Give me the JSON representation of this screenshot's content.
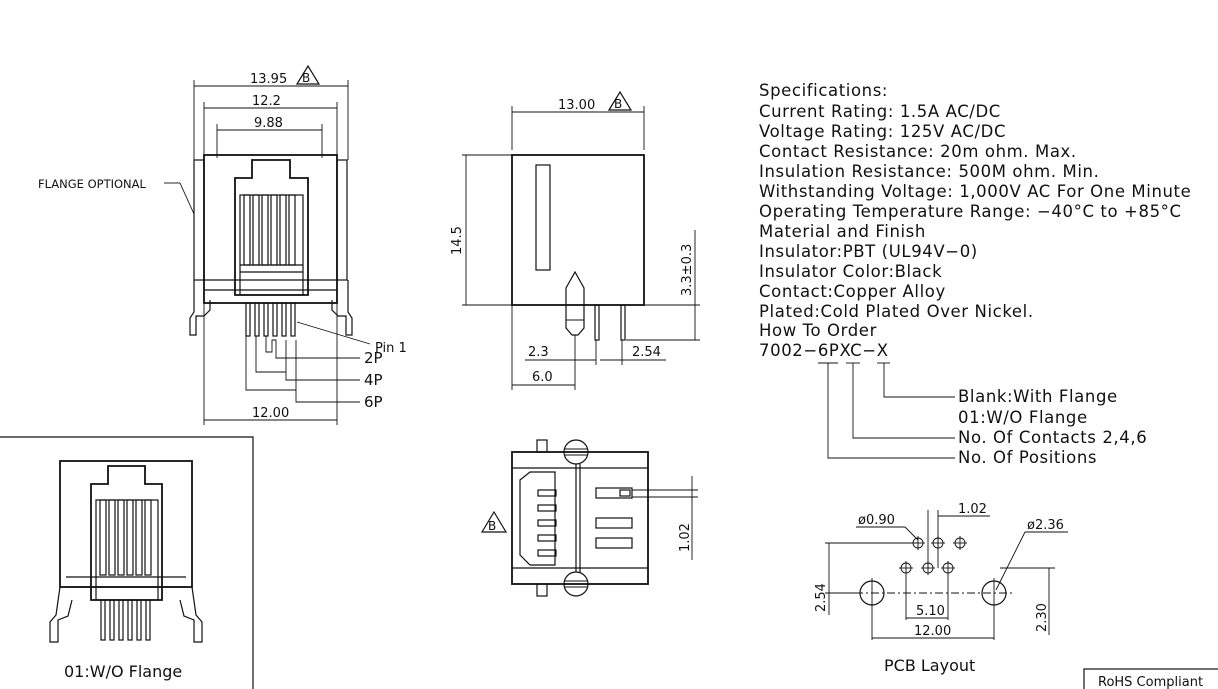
{
  "front_view": {
    "dims": {
      "overall_width": "13.95",
      "inner_width": "12.2",
      "plug_width": "9.88",
      "base_width": "12.00"
    },
    "rev_mark": "B",
    "flange_label": "FLANGE OPTIONAL",
    "pin1_label": "Pin  1",
    "pin_labels": [
      "2P",
      "4P",
      "6P"
    ]
  },
  "side_view": {
    "dims": {
      "width": "13.00",
      "height": "14.5",
      "pin_length": "3.3±0.3",
      "pin_offset": "2.3",
      "pin_pitch": "2.54",
      "body_offset": "6.0"
    },
    "rev_mark": "B"
  },
  "bottom_view": {
    "rev_mark": "B",
    "dim": "1.02"
  },
  "specifications": {
    "lines": [
      "Specifications:",
      "Current Rating: 1.5A AC/DC",
      "Voltage Rating: 125V AC/DC",
      "Contact Resistance: 20m ohm. Max.",
      "Insulation Resistance: 500M ohm. Min.",
      "Withstanding Voltage: 1,000V AC For One Minute",
      "Operating Temperature Range: −40°C to +85°C",
      "Material and Finish",
      "Insulator:PBT (UL94V−0)",
      "Insulator Color:Black",
      "Contact:Copper Alloy",
      "Plated:Cold Plated Over Nickel.",
      "How To Order",
      "7002−6PXC−X"
    ]
  },
  "order_code": {
    "labels": [
      "Blank:With Flange",
      "01:W/O Flange",
      "No. Of Contacts 2,4,6",
      "No. Of Positions"
    ]
  },
  "pcb_layout": {
    "title": "PCB Layout",
    "dims": {
      "small_hole": "ø0.90",
      "pitch": "1.02",
      "large_hole": "ø2.36",
      "row_spacing": "2.54",
      "pin_span": "5.10",
      "hole_span": "12.00",
      "peg_offset": "2.30"
    }
  },
  "inset": {
    "caption": "01:W/O Flange"
  },
  "rohs_label": "RoHS  Compliant"
}
